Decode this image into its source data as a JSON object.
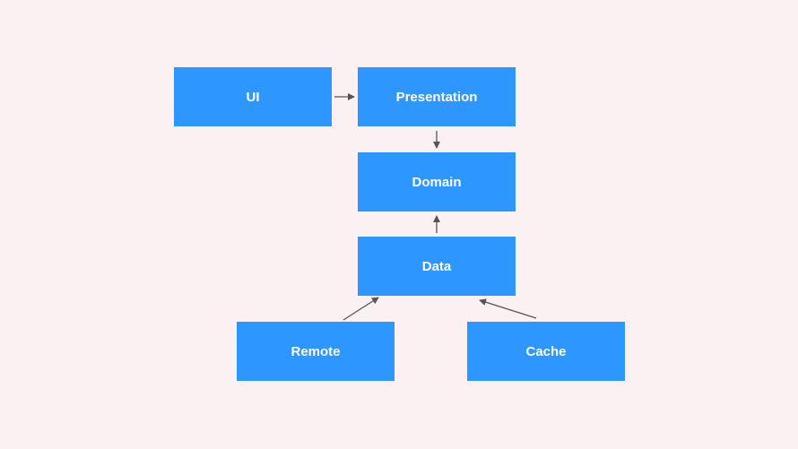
{
  "diagram": {
    "nodes": {
      "ui": "UI",
      "presentation": "Presentation",
      "domain": "Domain",
      "data": "Data",
      "remote": "Remote",
      "cache": "Cache"
    },
    "edges": [
      {
        "from": "ui",
        "to": "presentation"
      },
      {
        "from": "presentation",
        "to": "domain"
      },
      {
        "from": "data",
        "to": "domain"
      },
      {
        "from": "remote",
        "to": "data"
      },
      {
        "from": "cache",
        "to": "data"
      }
    ],
    "colors": {
      "background": "#fbf1f2",
      "node_fill": "#2d96ff",
      "node_text": "#ffffff",
      "arrow": "#555555"
    }
  }
}
